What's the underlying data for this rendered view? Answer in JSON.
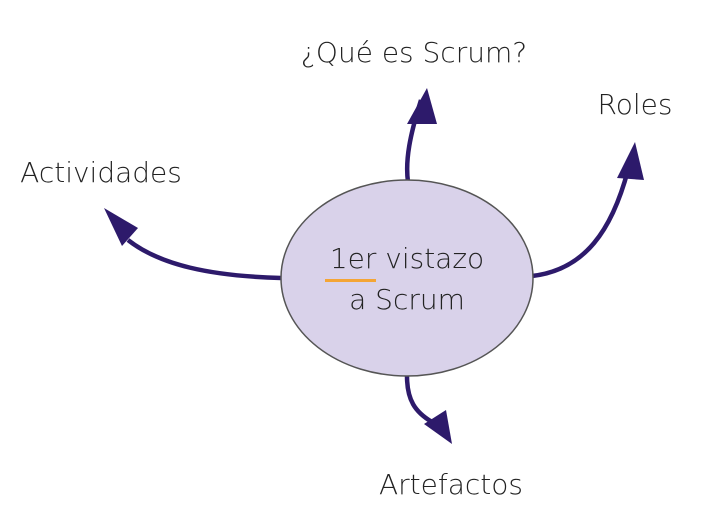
{
  "diagram": {
    "center": {
      "line1": "1er vistazo",
      "line2": "a Scrum"
    },
    "branches": {
      "top": "¿Qué es Scrum?",
      "top_right": "Roles",
      "left": "Actividades",
      "bottom": "Artefactos"
    }
  },
  "colors": {
    "arrow": "#2d1a6b",
    "node_fill": "#d9d2ea",
    "node_stroke": "#555555",
    "underline": "#f4a535",
    "text": "#222222"
  }
}
